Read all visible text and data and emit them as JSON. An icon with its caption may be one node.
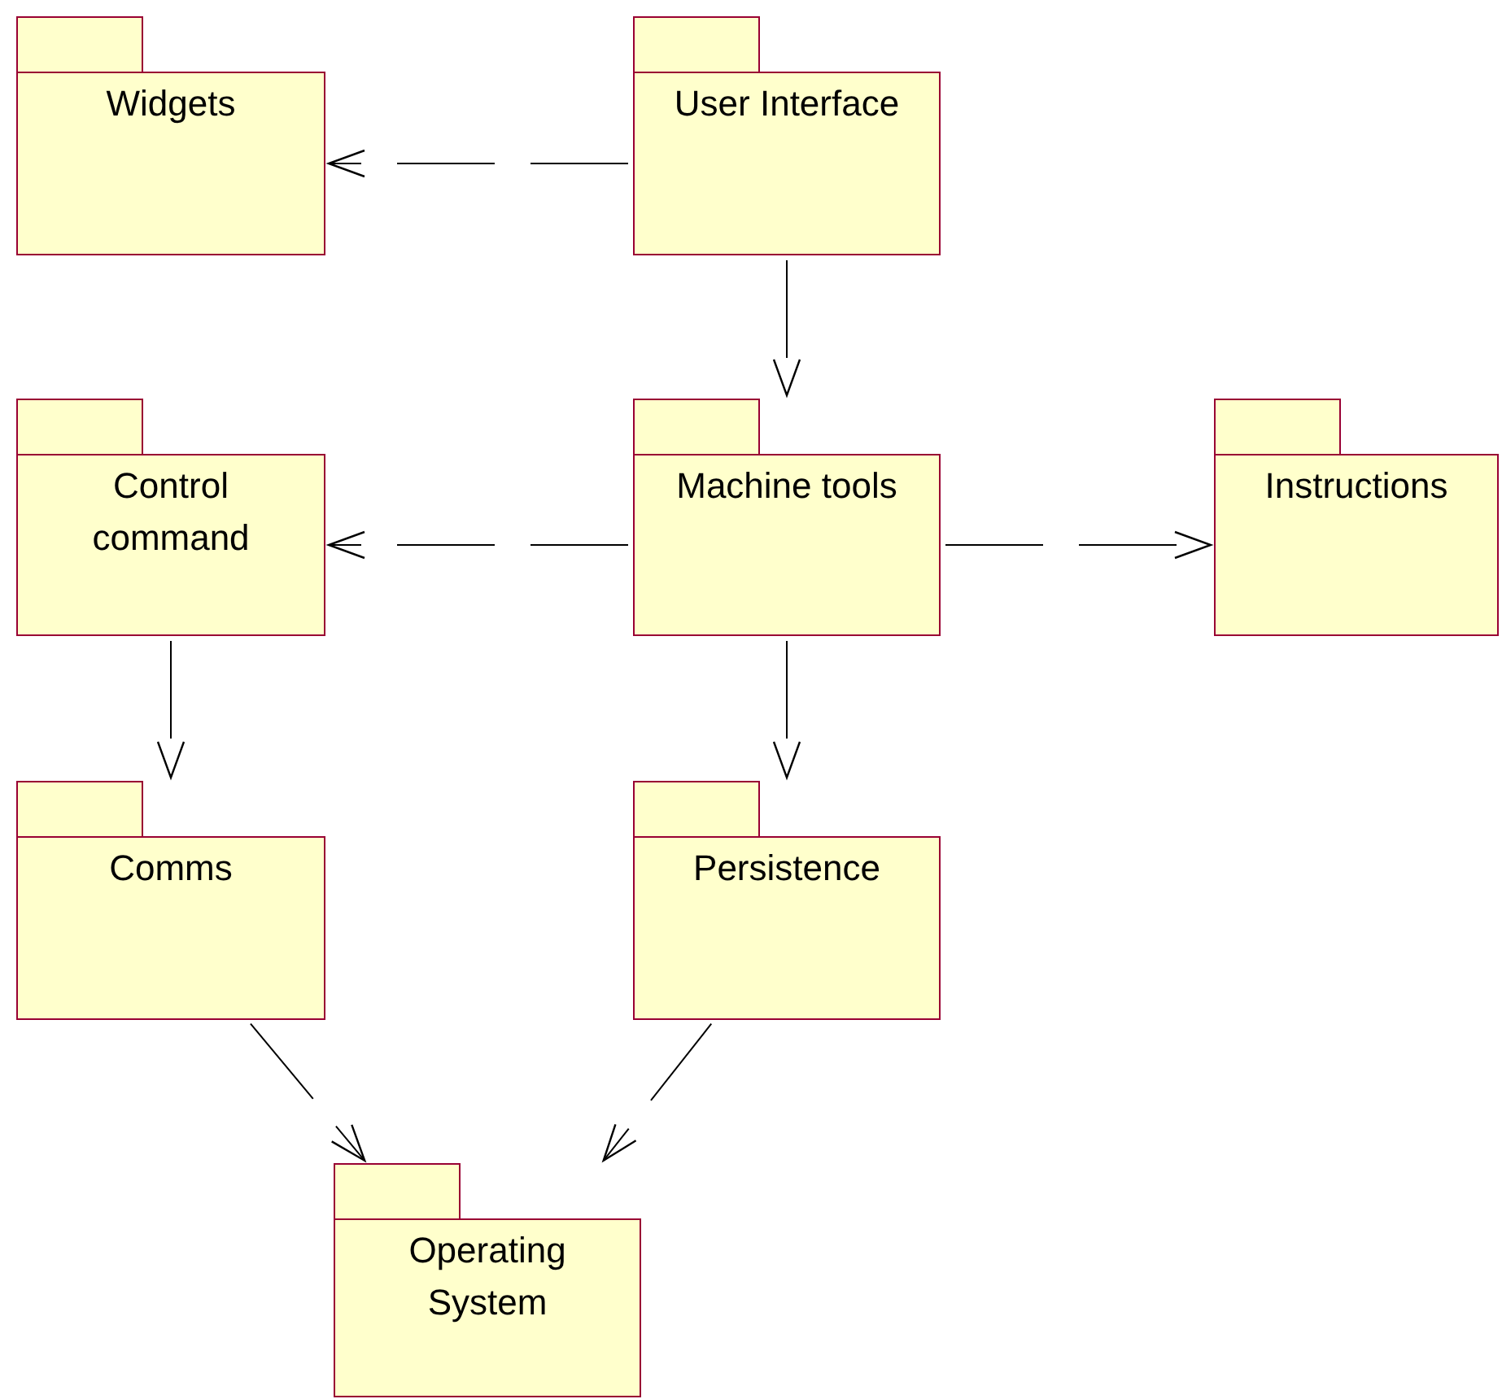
{
  "diagram": {
    "nodes": [
      {
        "text": [
          "Widgets"
        ]
      },
      {
        "text": [
          "User Interface"
        ]
      },
      {
        "text": [
          "Control command"
        ]
      },
      {
        "text": [
          "Machine tools"
        ]
      },
      {
        "text": [
          "Instructions"
        ]
      },
      {
        "text": [
          "Comms"
        ]
      },
      {
        "text": [
          "Persistence"
        ]
      },
      {
        "text": [
          "Operating System"
        ]
      }
    ],
    "edges": [
      {
        "from": 1,
        "to": 0,
        "arrow": "to",
        "style": "dashed"
      },
      {
        "from": 1,
        "to": 3,
        "arrow": "to",
        "style": "dashed"
      },
      {
        "from": 3,
        "to": 2,
        "arrow": "to",
        "style": "dashed"
      },
      {
        "from": 3,
        "to": 4,
        "arrow": "to",
        "style": "dashed"
      },
      {
        "from": 2,
        "to": 5,
        "arrow": "to",
        "style": "dashed"
      },
      {
        "from": 3,
        "to": 6,
        "arrow": "to",
        "style": "dashed"
      },
      {
        "from": 5,
        "to": 7,
        "arrow": "to",
        "style": "dashed"
      },
      {
        "from": 6,
        "to": 7,
        "arrow": "to",
        "style": "dashed"
      }
    ]
  }
}
